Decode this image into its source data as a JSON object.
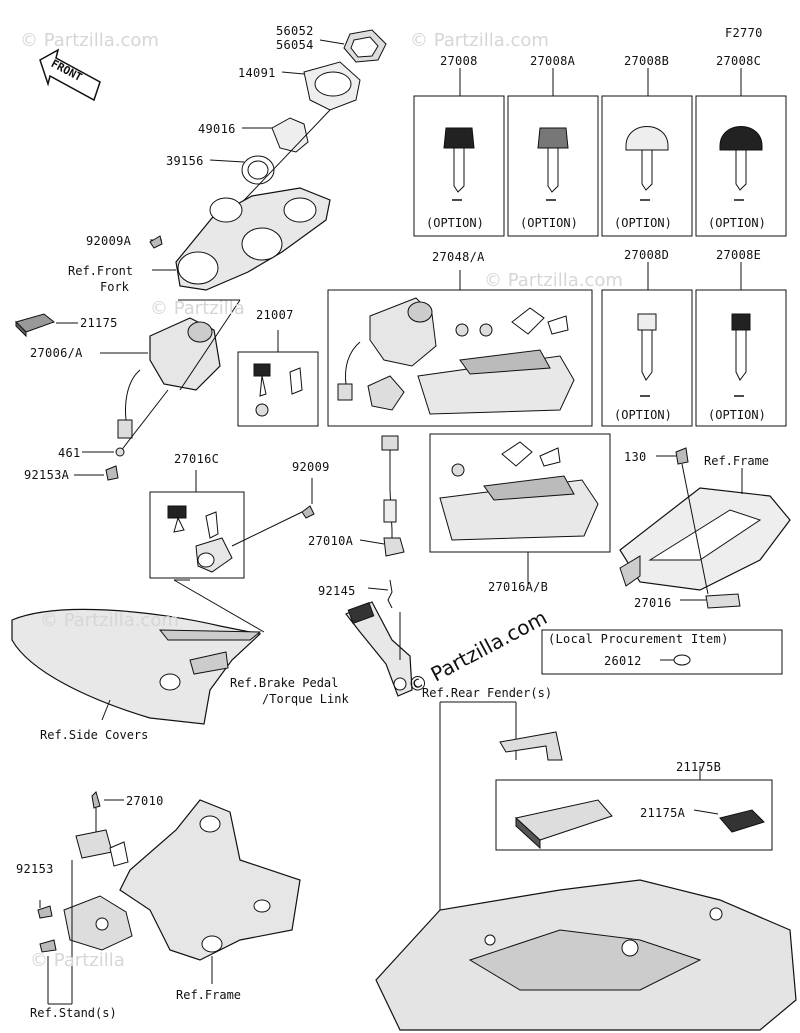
{
  "diagram": {
    "figure_code": "F2770",
    "direction_label": "FRONT",
    "watermark": "© Partzilla.com",
    "watermark_small": "© Partzilla",
    "labels": {
      "p56052": "56052",
      "p56054": "56054",
      "p14091": "14091",
      "p49016": "49016",
      "p39156": "39156",
      "p92009A": "92009A",
      "refFrontFork1": "Ref.Front",
      "refFrontFork2": "Fork",
      "p21175": "21175",
      "p27006A": "27006/A",
      "p461": "461",
      "p92153A": "92153A",
      "p21007": "21007",
      "p27016C": "27016C",
      "p92009": "92009",
      "p27010A": "27010A",
      "p92145": "92145",
      "p27048A": "27048/A",
      "p27016AB": "27016A/B",
      "p27008": "27008",
      "p27008A": "27008A",
      "p27008B": "27008B",
      "p27008C": "27008C",
      "p27008D": "27008D",
      "p27008E": "27008E",
      "option": "(OPTION)",
      "p130": "130",
      "refFrame": "Ref.Frame",
      "p27016": "27016",
      "localProcurement": "(Local Procurement Item)",
      "p26012": "26012",
      "refBrakePedal1": "Ref.Brake Pedal",
      "refBrakePedal2": "/Torque Link",
      "refSideCovers": "Ref.Side Covers",
      "refRearFender": "Ref.Rear Fender(s)",
      "p21175B": "21175B",
      "p21175A": "21175A",
      "p27010": "27010",
      "p92153": "92153",
      "refFrameBottom": "Ref.Frame",
      "refStand": "Ref.Stand(s)"
    }
  }
}
